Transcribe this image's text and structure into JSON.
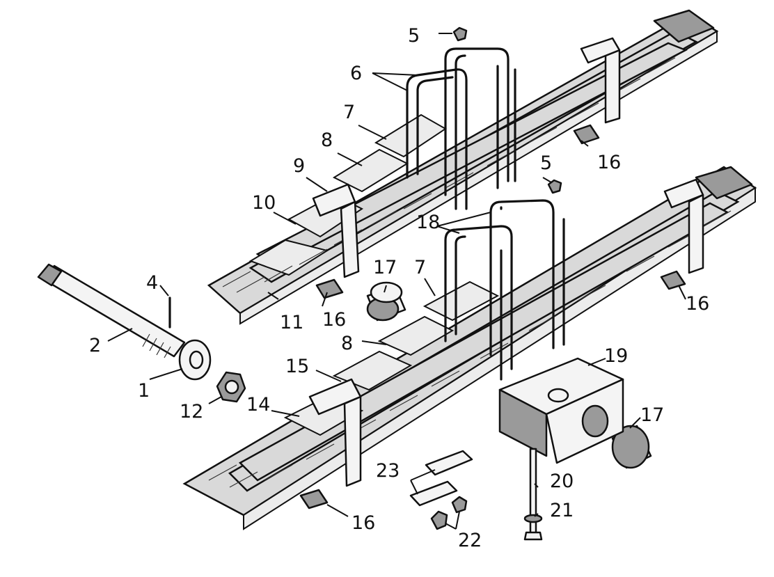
{
  "callouts": {
    "n1": "1",
    "n2": "2",
    "n4": "4",
    "n5a": "5",
    "n5b": "5",
    "n6": "6",
    "n7a": "7",
    "n7b": "7",
    "n8a": "8",
    "n8b": "8",
    "n9": "9",
    "n10": "10",
    "n11": "11",
    "n12": "12",
    "n14": "14",
    "n15": "15",
    "n16a": "16",
    "n16b": "16",
    "n16c": "16",
    "n16d": "16",
    "n17a": "17",
    "n17b": "17",
    "n18": "18",
    "n19": "19",
    "n20": "20",
    "n21": "21",
    "n22": "22",
    "n23": "23"
  },
  "colors": {
    "ink": "#111111",
    "paper": "#ffffff"
  }
}
